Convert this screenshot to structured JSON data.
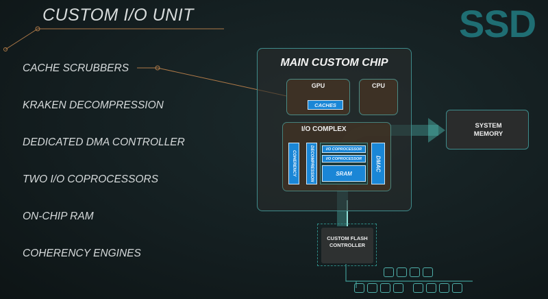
{
  "title": "CUSTOM I/O UNIT",
  "logo": "SSD",
  "features": [
    "CACHE SCRUBBERS",
    "KRAKEN DECOMPRESSION",
    "DEDICATED DMA CONTROLLER",
    "TWO I/O COPROCESSORS",
    "ON-CHIP RAM",
    "COHERENCY  ENGINES"
  ],
  "diagram": {
    "main_chip": "MAIN CUSTOM CHIP",
    "gpu": "GPU",
    "caches": "CACHES",
    "cpu": "CPU",
    "io_complex": "I/O COMPLEX",
    "coherency": "COHERENCY",
    "decompression": "DECOMPRESSION",
    "coprocessor1": "I/O COPROCESSOR",
    "coprocessor2": "I/O COPROCESSOR",
    "sram": "SRAM",
    "dmac": "DMAC",
    "system_memory": "SYSTEM MEMORY",
    "flash_controller": "CUSTOM FLASH CONTROLLER"
  },
  "colors": {
    "accent": "#1f6e73",
    "block": "#1a86d6",
    "line": "#c98a4b"
  }
}
